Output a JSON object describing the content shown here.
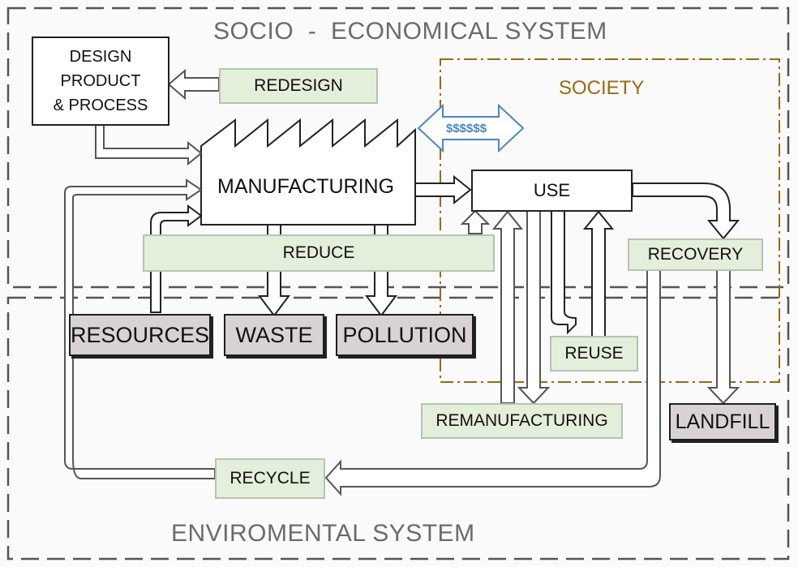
{
  "socio_system": {
    "label": "SOCIO  -  ECONOMICAL SYSTEM"
  },
  "environmental_system": {
    "label": "ENVIROMENTAL SYSTEM"
  },
  "society": {
    "label": "SOCIETY"
  },
  "nodes": {
    "design": {
      "line1": "DESIGN",
      "line2": "PRODUCT",
      "line3": "& PROCESS"
    },
    "redesign": "REDESIGN",
    "manufacturing": "MANUFACTURING",
    "money": "$$$$$$",
    "use": "USE",
    "reduce": "REDUCE",
    "recovery": "RECOVERY",
    "resources": "RESOURCES",
    "waste": "WASTE",
    "pollution": "POLLUTION",
    "reuse": "REUSE",
    "remanufacturing": "REMANUFACTURING",
    "landfill": "LANDFILL",
    "recycle": "RECYCLE"
  },
  "colors": {
    "system_border": "#555555",
    "society_border": "#9a6a12",
    "green_fill": "#e3eedb",
    "grey_fill": "#d9d2d2",
    "money_arrow": "#4a86c5"
  }
}
